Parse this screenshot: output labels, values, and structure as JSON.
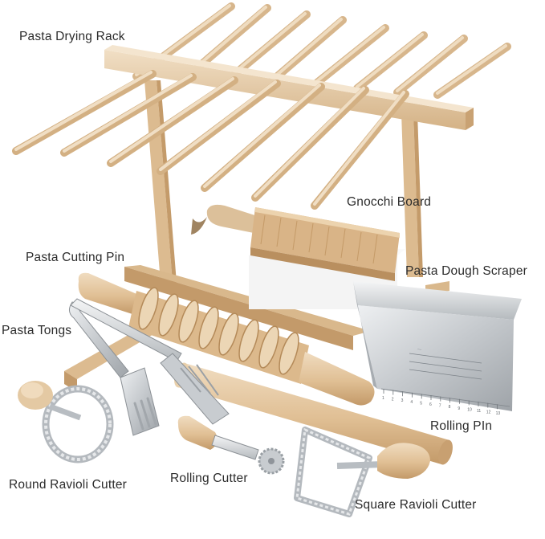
{
  "labels": {
    "drying_rack": "Pasta Drying Rack",
    "gnocchi_board": "Gnocchi Board",
    "cutting_pin": "Pasta Cutting Pin",
    "dough_scraper": "Pasta Dough Scraper",
    "tongs": "Pasta Tongs",
    "rolling_pin": "Rolling PIn",
    "round_ravioli_cutter": "Round Ravioli Cutter",
    "rolling_cutter": "Rolling Cutter",
    "square_ravioli_cutter": "Square Ravioli Cutter"
  },
  "scraper_ruler_numbers": [
    "1",
    "2",
    "3",
    "4",
    "5",
    "6",
    "7",
    "8",
    "9",
    "10",
    "11",
    "12",
    "13"
  ],
  "colors": {
    "background": "#ffffff",
    "wood_light": "#e9d3b6",
    "wood_mid": "#d8b98f",
    "wood_dark": "#b88e5e",
    "steel_light": "#e4e6e8",
    "steel_mid": "#b9bdc1",
    "steel_dark": "#8d9297",
    "label_text": "#2b2b2b"
  }
}
